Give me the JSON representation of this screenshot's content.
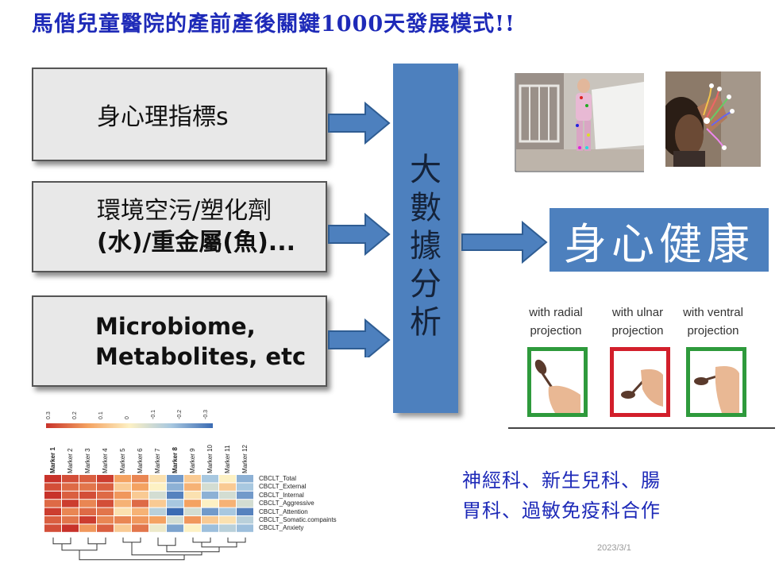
{
  "title": "馬偕兒童醫院的產前產後關鍵1000天發展模式!!",
  "inputs": [
    {
      "line1": "身心理指標s",
      "line2": ""
    },
    {
      "line1": "環境空污/塑化劑",
      "line2": "(水)/重金屬(魚)..."
    },
    {
      "line1": "Microbiome,",
      "line2": "Metabolites, etc"
    }
  ],
  "bigdata_label": [
    "大",
    "數",
    "據",
    "分",
    "析"
  ],
  "outcome_label": "身心健康",
  "grip_labels": [
    {
      "line1": "with radial",
      "line2": "projection",
      "color": "#2e9a3c"
    },
    {
      "line1": "with ulnar",
      "line2": "projection",
      "color": "#d21f2b"
    },
    {
      "line1": "with ventral",
      "line2": "projection",
      "color": "#2e9a3c"
    }
  ],
  "collaboration": {
    "line1": "神經科、新生兒科、腸",
    "line2": "胃科、過敏免疫科合作"
  },
  "date": "2023/3/1",
  "heatmap": {
    "color_scale_ticks": [
      "0.3",
      "0.2",
      "0.1",
      "0",
      "-0.1",
      "-0.2",
      "-0.3"
    ],
    "columns": [
      "Marker 1",
      "Marker 2",
      "Marker 3",
      "Marker 4",
      "Marker 5",
      "Marker 6",
      "Marker 7",
      "Marker 8",
      "Marker 9",
      "Marker 10",
      "Marker 11",
      "Marker 12"
    ],
    "rows": [
      "CBCLT_Total",
      "CBCLT_External",
      "CBCLT_Internal",
      "CBCLT_Aggressive",
      "CBCLT_Attention",
      "CBCLT_Somatic.compaints",
      "CBCLT_Anxiety"
    ],
    "values": [
      [
        0.3,
        0.25,
        0.22,
        0.28,
        0.1,
        0.15,
        0.02,
        -0.2,
        0.05,
        -0.1,
        0.0,
        -0.15
      ],
      [
        0.25,
        0.2,
        0.18,
        0.22,
        0.05,
        0.1,
        0.0,
        -0.15,
        0.08,
        -0.05,
        0.05,
        -0.1
      ],
      [
        0.3,
        0.22,
        0.25,
        0.2,
        0.12,
        0.05,
        -0.05,
        -0.25,
        0.02,
        -0.15,
        -0.05,
        -0.2
      ],
      [
        0.2,
        0.28,
        0.15,
        0.25,
        0.08,
        0.2,
        0.05,
        -0.1,
        0.1,
        0.0,
        0.08,
        -0.05
      ],
      [
        0.28,
        0.15,
        0.2,
        0.18,
        0.02,
        0.08,
        -0.08,
        -0.3,
        -0.05,
        -0.2,
        -0.1,
        -0.25
      ],
      [
        0.22,
        0.18,
        0.28,
        0.15,
        0.15,
        0.12,
        0.1,
        -0.05,
        0.12,
        0.05,
        0.02,
        -0.08
      ],
      [
        0.25,
        0.3,
        0.12,
        0.22,
        0.05,
        0.18,
        -0.02,
        -0.18,
        0.0,
        -0.12,
        -0.08,
        -0.12
      ]
    ]
  }
}
